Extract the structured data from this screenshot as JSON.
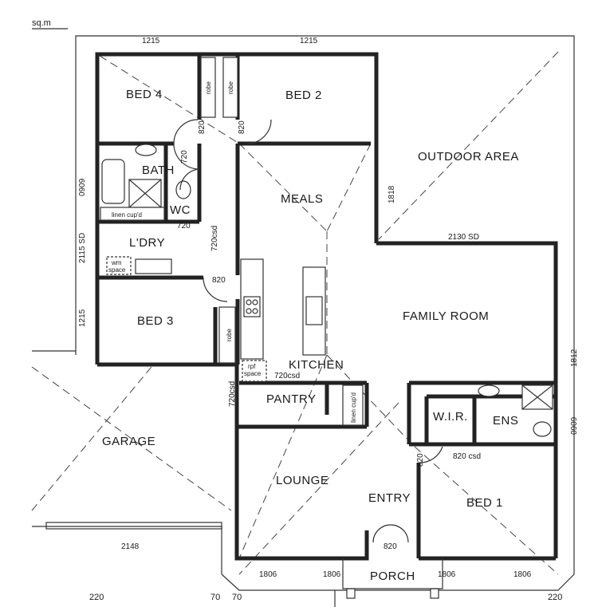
{
  "header": {
    "partial_label": "sq.m"
  },
  "rooms": {
    "bed4": "BED 4",
    "bed2": "BED 2",
    "bed3": "BED 3",
    "bed1": "BED 1",
    "bath": "BATH",
    "wc": "WC",
    "laundry": "L'DRY",
    "meals": "MEALS",
    "outdoor": "OUTDOOR AREA",
    "family": "FAMILY ROOM",
    "kitchen": "KITCHEN",
    "pantry": "PANTRY",
    "garage": "GARAGE",
    "lounge": "LOUNGE",
    "entry": "ENTRY",
    "porch": "PORCH",
    "wir": "W.I.R.",
    "ens": "ENS"
  },
  "fixtures": {
    "robe": "robe",
    "linen_cupd": "linen cup'd",
    "wm_space_1": "wm",
    "wm_space_2": "space",
    "rpf_space_1": "rpf",
    "rpf_space_2": "space"
  },
  "dimensions": {
    "top_window_left": "1215",
    "top_window_right": "1215",
    "door_bed4": "820",
    "door_bed2": "820",
    "door_bath": "720",
    "door_wc": "720",
    "csd_laundry": "720csd",
    "door_bed3": "820",
    "window_bath": "0909",
    "sd_laundry": "2115 SD",
    "window_bed3": "1215",
    "opening_meals": "1818",
    "sd_family": "2130 SD",
    "csd_kitchen": "720csd",
    "csd_pantry": "720csd",
    "window_family": "1812",
    "window_ens": "0909",
    "door_bed1": "820",
    "csd_ens": "820 csd",
    "door_entry": "820",
    "garage_door": "2148",
    "bottom_window_1": "1806",
    "bottom_window_2": "1806",
    "bottom_window_3": "1806",
    "bottom_window_4": "1806",
    "bottom_220_left": "220",
    "bottom_70_a": "70",
    "bottom_70_b": "70",
    "bottom_220_right": "220"
  }
}
